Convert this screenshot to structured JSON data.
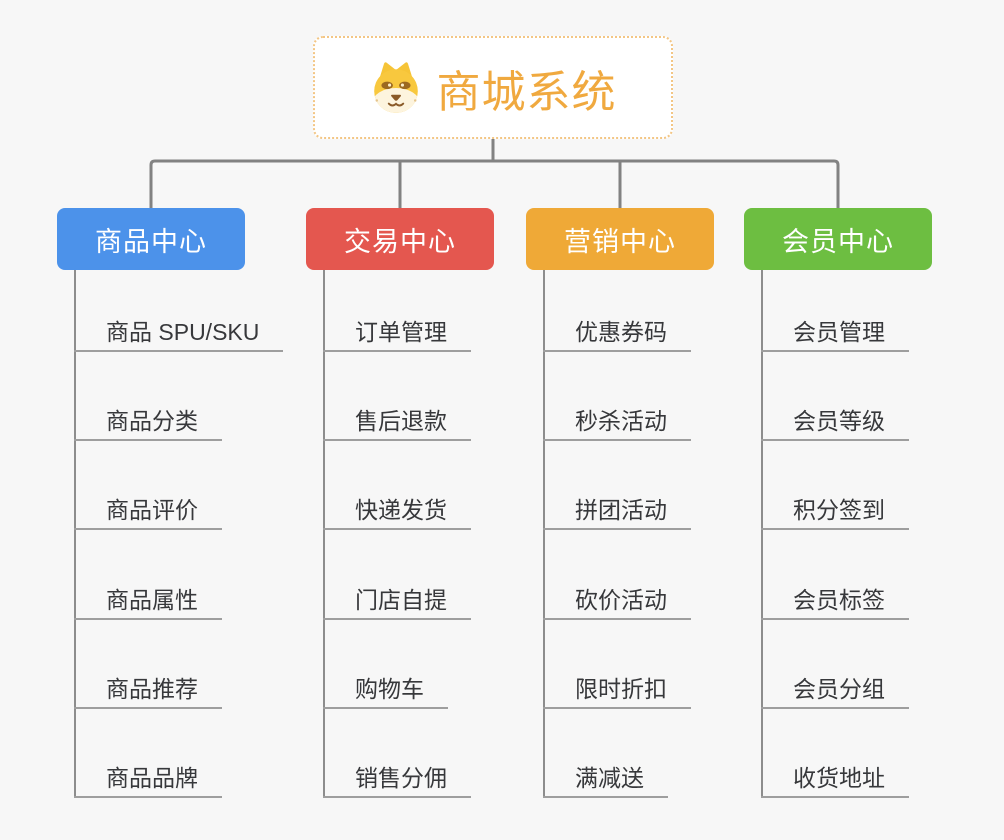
{
  "page": {
    "background_color": "#f7f7f7",
    "connector_color": "#828282",
    "spine_color": "#8d8d8d",
    "underline_color": "#9e9e9e"
  },
  "root": {
    "title": "商城系统",
    "icon": "shiba-dog-icon",
    "title_color": "#f0a93f",
    "border_color": "#f3c685"
  },
  "branches": [
    {
      "label": "商品中心",
      "color": "#4c92ea",
      "children": [
        "商品 SPU/SKU",
        "商品分类",
        "商品评价",
        "商品属性",
        "商品推荐",
        "商品品牌"
      ]
    },
    {
      "label": "交易中心",
      "color": "#e4574f",
      "children": [
        "订单管理",
        "售后退款",
        "快递发货",
        "门店自提",
        "购物车",
        "销售分佣"
      ]
    },
    {
      "label": "营销中心",
      "color": "#efa937",
      "children": [
        "优惠券码",
        "秒杀活动",
        "拼团活动",
        "砍价活动",
        "限时折扣",
        "满减送"
      ]
    },
    {
      "label": "会员中心",
      "color": "#6dbe41",
      "children": [
        "会员管理",
        "会员等级",
        "积分签到",
        "会员标签",
        "会员分组",
        "收货地址"
      ]
    }
  ]
}
